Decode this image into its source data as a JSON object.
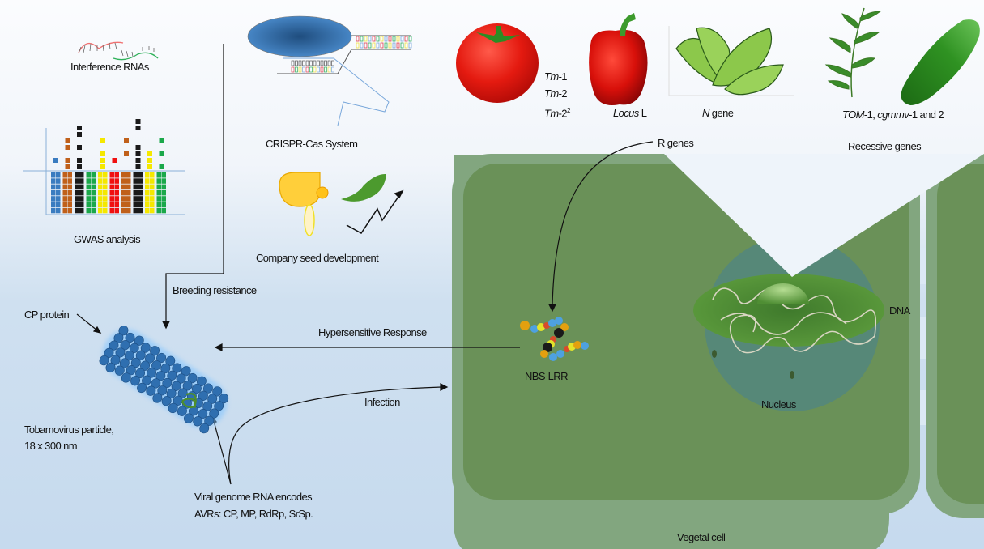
{
  "labels": {
    "interference_rnas": "Interference RNAs",
    "gwas": "GWAS analysis",
    "crispr": "CRISPR-Cas System",
    "company_seed": "Company seed development",
    "breeding": "Breeding resistance",
    "cp_protein": "CP protein",
    "hypersensitive": "Hypersensitive Response",
    "infection": "Infection",
    "tobamo_line1": "Tobamovirus particle,",
    "tobamo_line2": "18 x 300 nm",
    "viral_line1": "Viral  genome  RNA encodes",
    "viral_line2": "AVRs: CP, MP, RdRp, SrSp.",
    "r_genes": "R genes",
    "recessive": "Recessive genes",
    "nbs_lrr": "NBS-LRR",
    "dna": "DNA",
    "nucleus": "Nucleus",
    "vegetal_cell": "Vegetal cell"
  },
  "genes": {
    "tomato": {
      "tm1_italic": "Tm",
      "tm1_rest": "-1",
      "tm2_italic": "Tm",
      "tm2_rest": "-2",
      "tm22_italic": "Tm",
      "tm22_rest": "-2",
      "tm22_sup": "2"
    },
    "pepper": {
      "italic": "Locus",
      "rest": " L"
    },
    "tobacco": {
      "italic": "N",
      "rest": " gene"
    },
    "cucumber": {
      "tom_italic": "TOM",
      "tom_rest": "-1, ",
      "cg_italic": "cgmmv",
      "cg_rest": "-1 and 2"
    }
  },
  "icons": [
    "rna-strand-icon",
    "gwas-plot-icon",
    "crispr-cas-icon",
    "seed-icon",
    "leaf-icon",
    "growth-arrow-icon",
    "tomato-icon",
    "pepper-icon",
    "tobacco-leaves-icon",
    "plant-sprig-icon",
    "cucumber-icon",
    "tobamovirus-icon",
    "nbs-lrr-protein-icon",
    "nucleus-icon"
  ],
  "colors": {
    "cell_wall": "#82a67f",
    "cytoplasm": "#6a9158",
    "nucleus": "#568878",
    "virus": "#3b78b8"
  }
}
